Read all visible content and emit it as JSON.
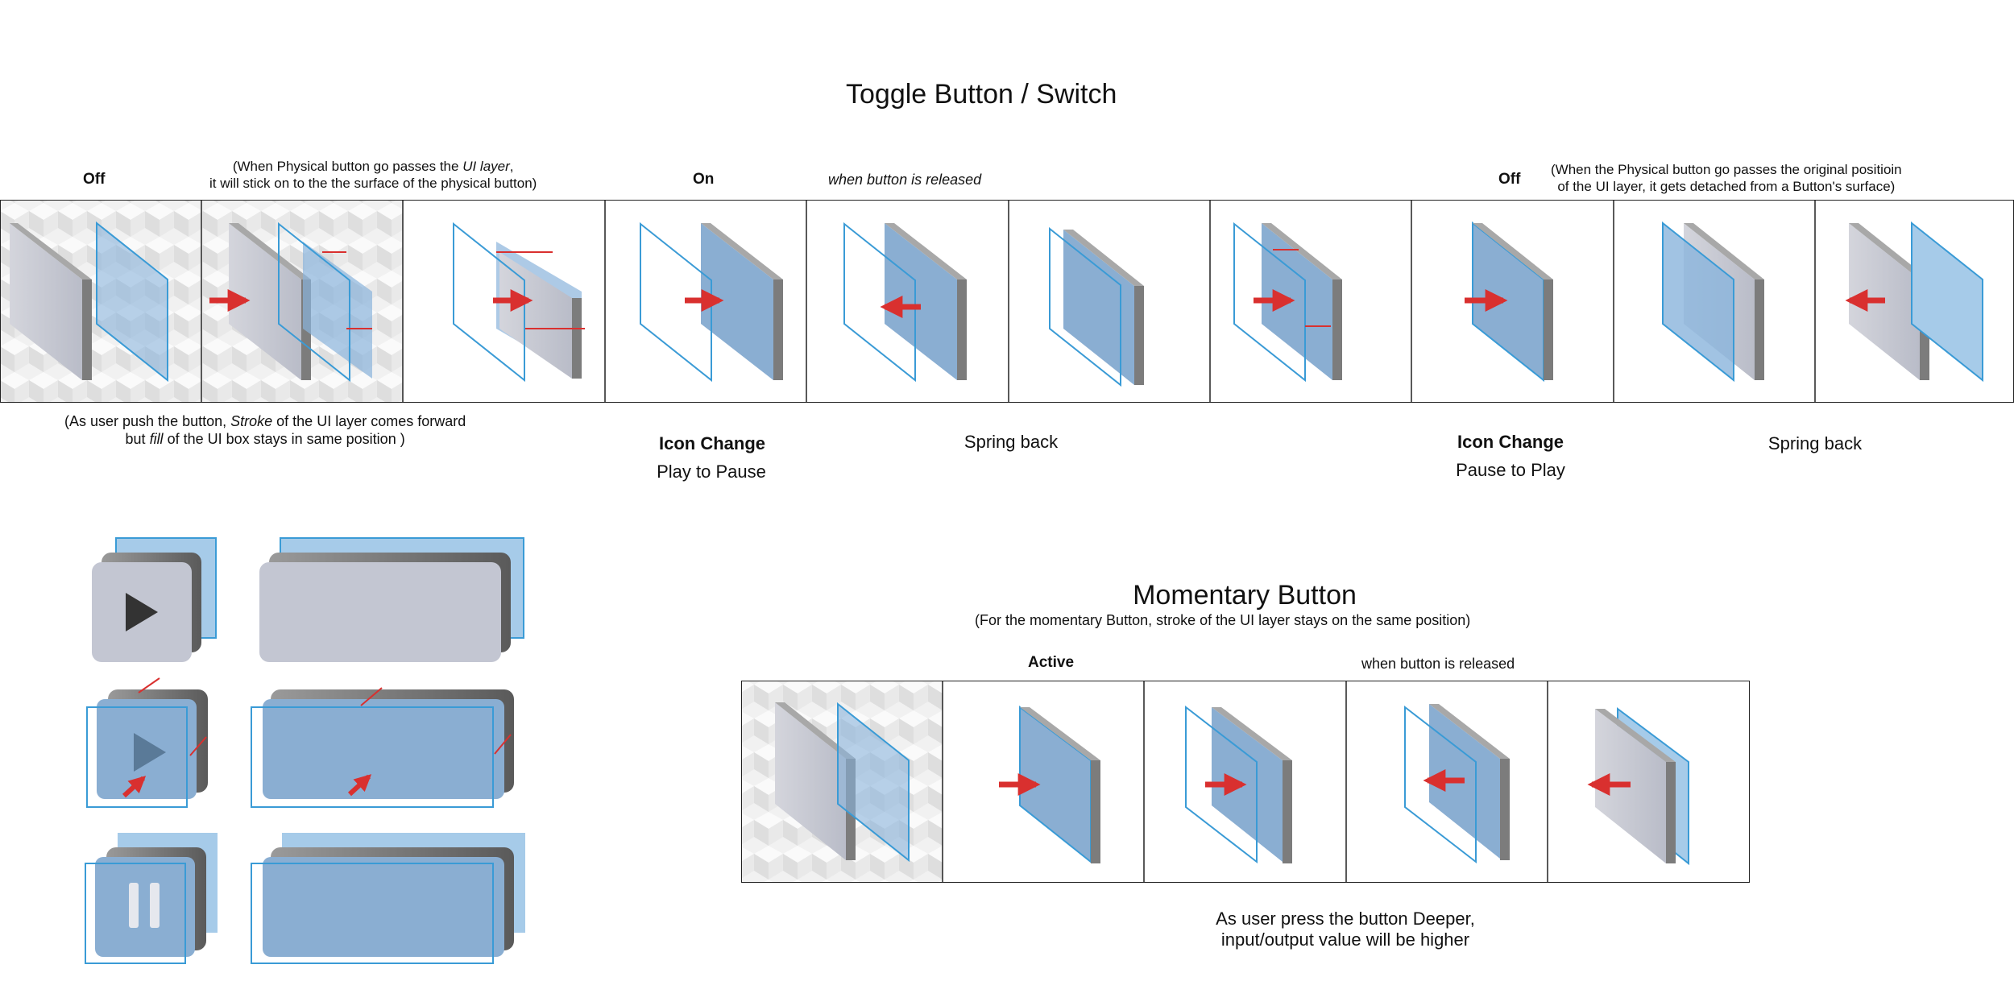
{
  "toggle": {
    "title": "Toggle Button / Switch",
    "label_off_1": "Off",
    "note_pass_1": "(When Physical button go passes the ",
    "note_pass_ui": "UI layer",
    "note_pass_2": ",",
    "note_pass_3": "it will stick on to the the surface of the physical button)",
    "label_on": "On",
    "label_released": "when button is released",
    "label_off_2": "Off",
    "note_detach_1": "(When the Physical button go passes the original positioin",
    "note_detach_2": "of the UI layer, it gets detached from a Button's surface)",
    "note_push_a": "(As user push the button, ",
    "note_push_stroke": "Stroke",
    "note_push_b": " of the UI layer comes forward",
    "note_push_c": "but ",
    "note_push_fill": "fill",
    "note_push_d": " of the UI box stays in same position )",
    "icon_change_1": "Icon Change",
    "play_to_pause": "Play to Pause",
    "spring_back_1": "Spring back",
    "icon_change_2": "Icon Change",
    "pause_to_play": "Pause to Play",
    "spring_back_2": "Spring back"
  },
  "momentary": {
    "title": "Momentary Button",
    "subtitle": "(For the momentary Button, stroke of the UI layer stays on the same position)",
    "label_active": "Active",
    "label_released": "when button is released",
    "note_1": "As user press the button Deeper,",
    "note_2": "input/output value will be higher"
  },
  "colors": {
    "ui_blue": "#8aaed2",
    "ui_stroke": "#3a9bd6",
    "button_gray": "#c3c6d2",
    "button_side": "#8a8a8a",
    "arrow_red": "#d9302f"
  },
  "icons": [
    "play-icon",
    "pause-icon",
    "arrow-right-icon",
    "arrow-left-icon"
  ]
}
